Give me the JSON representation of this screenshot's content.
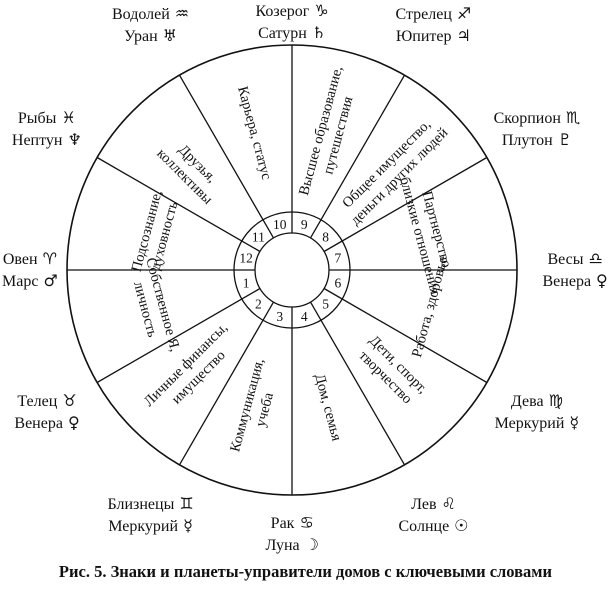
{
  "houses": [
    {
      "number": "1",
      "keywords": [
        "Собственное Я,",
        "личность"
      ],
      "sign": "Овен",
      "sign_symbol": "♈",
      "planet": "Марс",
      "planet_symbol": "♂"
    },
    {
      "number": "2",
      "keywords": [
        "Личные финансы,",
        "имущество"
      ],
      "sign": "Телец",
      "sign_symbol": "♉",
      "planet": "Венера",
      "planet_symbol": "♀"
    },
    {
      "number": "3",
      "keywords": [
        "Коммуникация,",
        "учеба"
      ],
      "sign": "Близнецы",
      "sign_symbol": "♊",
      "planet": "Меркурий",
      "planet_symbol": "☿"
    },
    {
      "number": "4",
      "keywords": [
        "Дом, семья"
      ],
      "sign": "Рак",
      "sign_symbol": "♋",
      "planet": "Луна",
      "planet_symbol": "☽"
    },
    {
      "number": "5",
      "keywords": [
        "Дети, спорт,",
        "творчество"
      ],
      "sign": "Лев",
      "sign_symbol": "♌",
      "planet": "Солнце",
      "planet_symbol": "☉"
    },
    {
      "number": "6",
      "keywords": [
        "Работа, здоровье"
      ],
      "sign": "Дева",
      "sign_symbol": "♍",
      "planet": "Меркурий",
      "planet_symbol": "☿"
    },
    {
      "number": "7",
      "keywords": [
        "Партнерство,",
        "близкие отношения"
      ],
      "sign": "Весы",
      "sign_symbol": "♎",
      "planet": "Венера",
      "planet_symbol": "♀"
    },
    {
      "number": "8",
      "keywords": [
        "Общее имущество,",
        "деньги других людей"
      ],
      "sign": "Скорпион",
      "sign_symbol": "♏",
      "planet": "Плутон",
      "planet_symbol": "♇"
    },
    {
      "number": "9",
      "keywords": [
        "Высшее образование,",
        "путешествия"
      ],
      "sign": "Стрелец",
      "sign_symbol": "♐",
      "planet": "Юпитер",
      "planet_symbol": "♃"
    },
    {
      "number": "10",
      "keywords": [
        "Карьера, статус"
      ],
      "sign": "Козерог",
      "sign_symbol": "♑",
      "planet": "Сатурн",
      "planet_symbol": "♄"
    },
    {
      "number": "11",
      "keywords": [
        "Друзья,",
        "коллективы"
      ],
      "sign": "Водолей",
      "sign_symbol": "♒",
      "planet": "Уран",
      "planet_symbol": "♅"
    },
    {
      "number": "12",
      "keywords": [
        "Подсознание,",
        "духовность"
      ],
      "sign": "Рыбы",
      "sign_symbol": "♓",
      "planet": "Нептун",
      "planet_symbol": "♆"
    }
  ],
  "caption": "Рис. 5. Знаки и планеты-управители домов с ключевыми словами",
  "colors": {
    "ink": "#111111",
    "background": "#ffffff"
  }
}
